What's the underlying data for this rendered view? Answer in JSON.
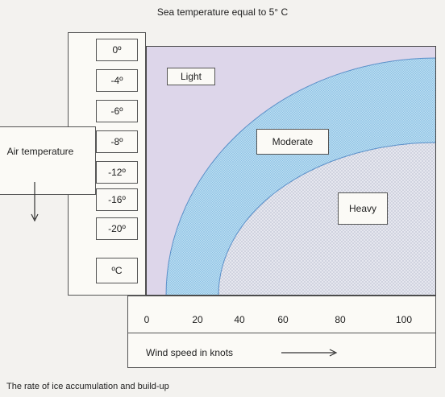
{
  "title": "Sea temperature equal to 5° C",
  "caption": "The rate of ice accumulation and build-up",
  "air_temperature_label": "Air temperature",
  "temperatures": [
    "0º",
    "-4º",
    "-6º",
    "-8º",
    "-12º",
    "-16º",
    "-20º"
  ],
  "unit_label": "ºC",
  "zones": {
    "light": "Light",
    "moderate": "Moderate",
    "heavy": "Heavy"
  },
  "wind_speed_ticks": [
    "0",
    "20",
    "40",
    "60",
    "80",
    "100"
  ],
  "wind_speed_label": "Wind speed in knots",
  "colors": {
    "light": "#ddd6ea",
    "moderate": "#a9d2ec",
    "heavy": "#e3e5ee",
    "border": "#5a8fc9"
  }
}
